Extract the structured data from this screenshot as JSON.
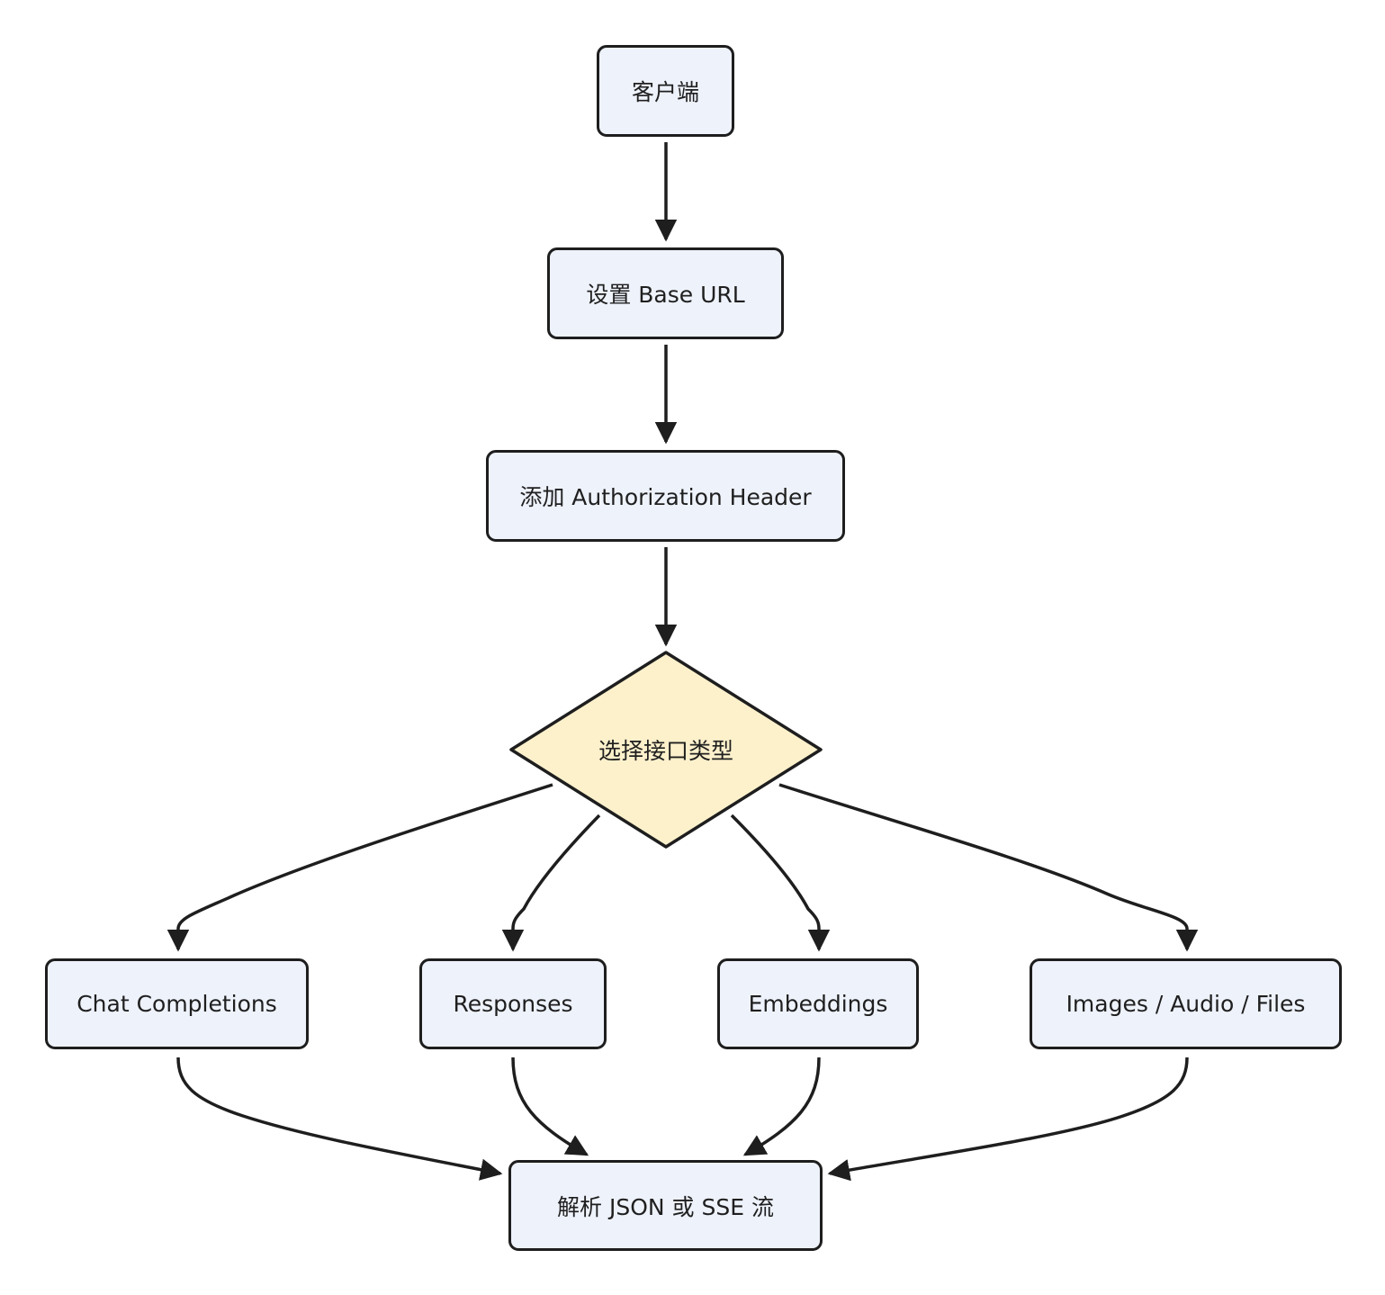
{
  "nodes": {
    "client": "客户端",
    "base_url": "设置 Base URL",
    "auth_header": "添加 Authorization Header",
    "decision": "选择接口类型",
    "chat_completions": "Chat Completions",
    "responses": "Responses",
    "embeddings": "Embeddings",
    "images_audio_files": "Images / Audio / Files",
    "parse": "解析 JSON 或 SSE 流"
  },
  "colors": {
    "node_fill": "#eef2fb",
    "decision_fill": "#fdf1cc",
    "stroke": "#1e1e1e"
  }
}
